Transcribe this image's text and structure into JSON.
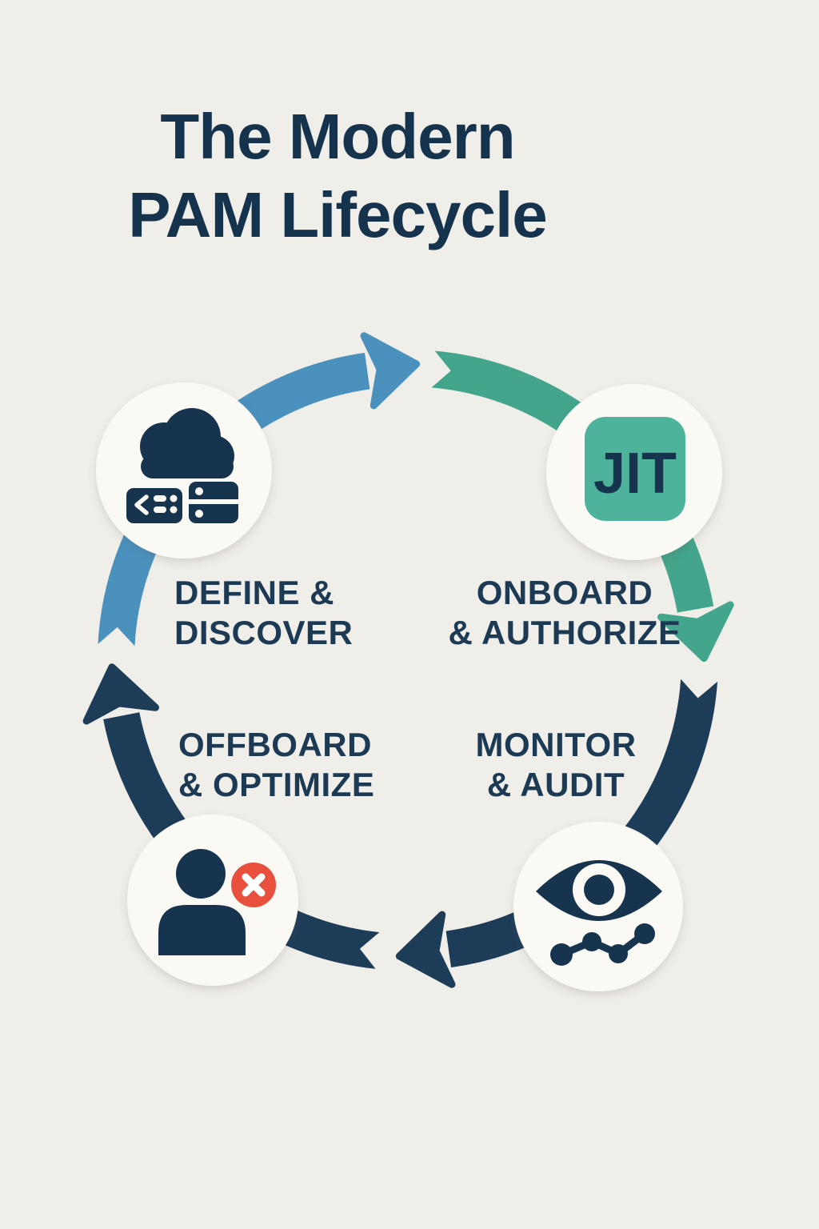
{
  "title": {
    "line1": "The Modern",
    "line2": "PAM Lifecycle"
  },
  "diagram": {
    "type": "cycle",
    "direction": "clockwise",
    "stages": [
      {
        "id": "define-discover",
        "label_lines": [
          "DEFINE &",
          "DISCOVER"
        ],
        "icon": "cloud-servers-icon",
        "position": "top-left"
      },
      {
        "id": "onboard-authorize",
        "label_lines": [
          "ONBOARD",
          "& AUTHORIZE"
        ],
        "icon": "jit-badge-icon",
        "badge_text": "JIT",
        "position": "top-right"
      },
      {
        "id": "monitor-audit",
        "label_lines": [
          "MONITOR",
          "& AUDIT"
        ],
        "icon": "eye-analytics-icon",
        "position": "bottom-right"
      },
      {
        "id": "offboard-optimize",
        "label_lines": [
          "OFFBOARD",
          "& OPTIMIZE"
        ],
        "icon": "user-remove-icon",
        "position": "bottom-left"
      }
    ]
  },
  "colors": {
    "background": "#f0eee9",
    "navy": "#17344f",
    "arc_blue": "#4a91be",
    "arc_teal": "#42a58c",
    "arc_navy": "#1d3c58",
    "jit_square_teal": "#4db39a",
    "icon_circle_white": "#fbf9f4",
    "badge_red": "#e84f3d",
    "badge_x": "#ffffff"
  }
}
